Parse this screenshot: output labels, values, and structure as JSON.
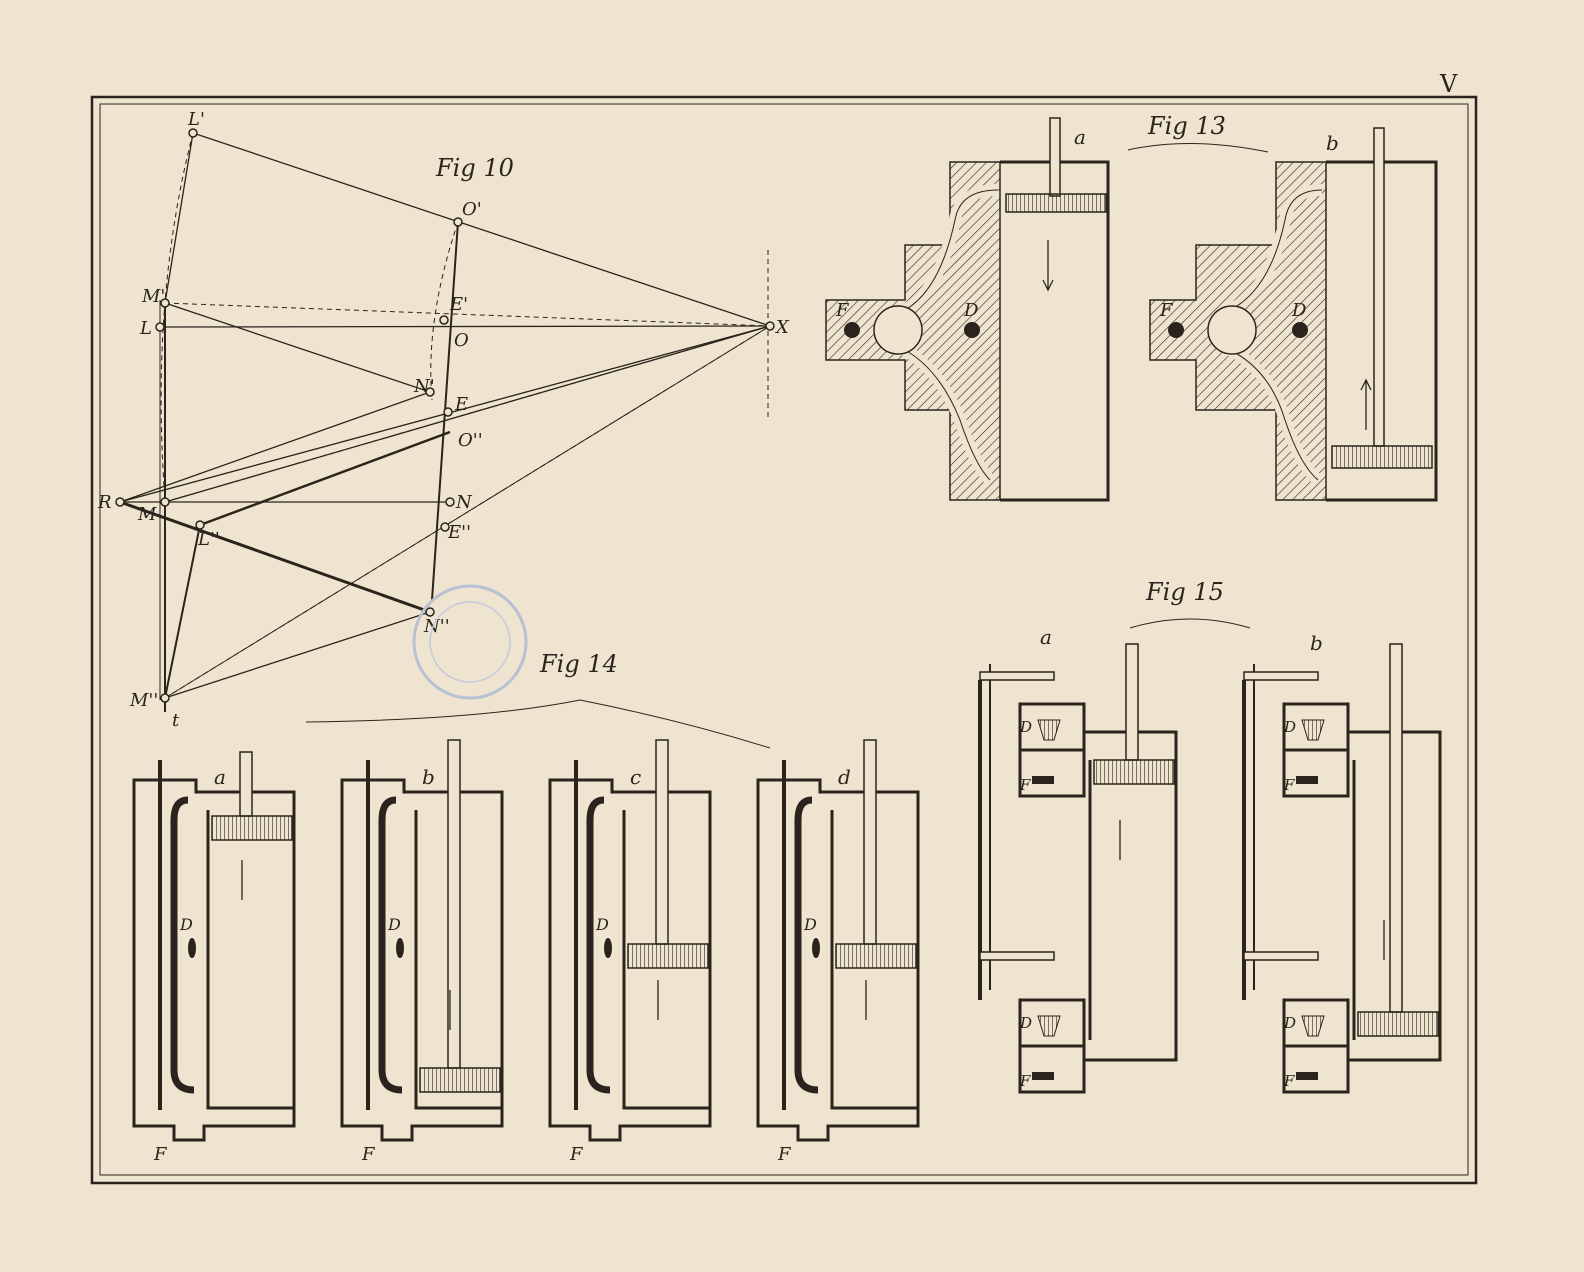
{
  "plate": {
    "number": "V"
  },
  "fig10": {
    "title": "Fig 10",
    "labels": {
      "L1": "L'",
      "O1": "O'",
      "M1": "M'",
      "E1": "E'",
      "L": "L",
      "O": "O",
      "X": "X",
      "N1": "N'",
      "E": "E",
      "O2": "O''",
      "R": "R",
      "M": "M",
      "N": "N",
      "L2": "L''",
      "E2": "E''",
      "N2": "N''",
      "M2": "M''",
      "t": "t"
    }
  },
  "fig13": {
    "title": "Fig 13",
    "panels": [
      {
        "letter": "a",
        "F": "F",
        "D": "D"
      },
      {
        "letter": "b",
        "F": "F",
        "D": "D"
      }
    ]
  },
  "fig14": {
    "title": "Fig 14",
    "panels": [
      {
        "letter": "a",
        "D": "D",
        "F": "F"
      },
      {
        "letter": "b",
        "D": "D",
        "F": "F"
      },
      {
        "letter": "c",
        "D": "D",
        "F": "F"
      },
      {
        "letter": "d",
        "D": "D",
        "F": "F"
      }
    ]
  },
  "fig15": {
    "title": "Fig 15",
    "panels": [
      {
        "letter": "a",
        "D": "D",
        "F": "F"
      },
      {
        "letter": "b",
        "D": "D",
        "F": "F"
      }
    ]
  }
}
